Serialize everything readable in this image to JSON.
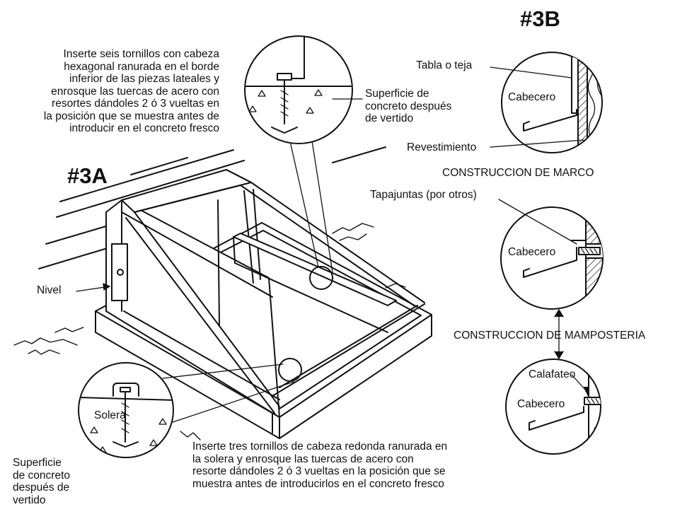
{
  "headings": {
    "a": "#3A",
    "b": "#3B"
  },
  "notes": {
    "hex_screws": "Inserte seis tornillos con cabeza\nhexagonal ranurada en el borde\ninferior de las piezas lateales y\nenrosque las tuercas de acero con\nresortes dándoles 2 ó 3 vueltas en\nla posición que se muestra antes de\nintroducir en el concreto fresco",
    "surface_top": "Superficie de\nconcreto después\nde vertido",
    "nivel": "Nivel",
    "solera": "Solera",
    "surface_bottom": "Superficie\nde concreto\ndespués de\nvertido",
    "round_screws": "Inserte tres tornillos de cabeza redonda ranurada en\nla solera y enrosque las tuercas de acero con\nresorte dándoles 2 ó 3 vueltas en la posición que se\nmuestra antes de introducirlos en el concreto fresco"
  },
  "frame_detail": {
    "tabla": "Tabla o teja",
    "cabecero": "Cabecero",
    "revestimiento": "Revestimiento",
    "caption": "CONSTRUCCION DE MARCO"
  },
  "masonry_detail": {
    "tapajuntas": "Tapajuntas (por otros)",
    "cabecero_top": "Cabecero",
    "caption": "CONSTRUCCION DE MAMPOSTERIA",
    "calafateo": "Calafateo",
    "cabecero_bottom": "Cabecero"
  }
}
